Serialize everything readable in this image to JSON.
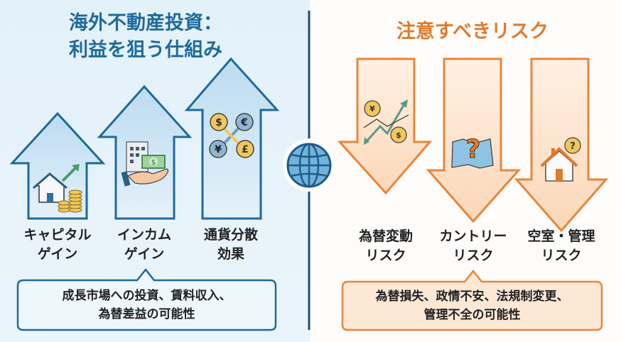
{
  "left": {
    "title_line1": "海外不動産投資：",
    "title_line2": "利益を狙う仕組み",
    "items": [
      {
        "line1": "キャピタル",
        "line2": "ゲイン",
        "icon": "house-growth-icon"
      },
      {
        "line1": "インカム",
        "line2": "ゲイン",
        "icon": "rental-income-icon"
      },
      {
        "line1": "通貨分散",
        "line2": "効果",
        "icon": "currency-exchange-icon"
      }
    ],
    "callout_line1": "成長市場への投資、賃料収入、",
    "callout_line2": "為替差益の可能性",
    "color": "#1f6a9a"
  },
  "right": {
    "title": "注意すべきリスク",
    "items": [
      {
        "line1": "為替変動",
        "line2": "リスク",
        "icon": "exchange-rate-icon"
      },
      {
        "line1": "カントリー",
        "line2": "リスク",
        "icon": "map-question-icon"
      },
      {
        "line1": "空室・管理",
        "line2": "リスク",
        "icon": "house-question-icon"
      }
    ],
    "callout_line1": "為替損失、政情不安、法規制変更、",
    "callout_line2": "管理不全の可能性",
    "color": "#e8863a"
  },
  "center_icon": "globe-icon",
  "currency_symbols": {
    "dollar": "$",
    "euro": "€",
    "yen": "¥",
    "pound": "£",
    "question": "?"
  }
}
